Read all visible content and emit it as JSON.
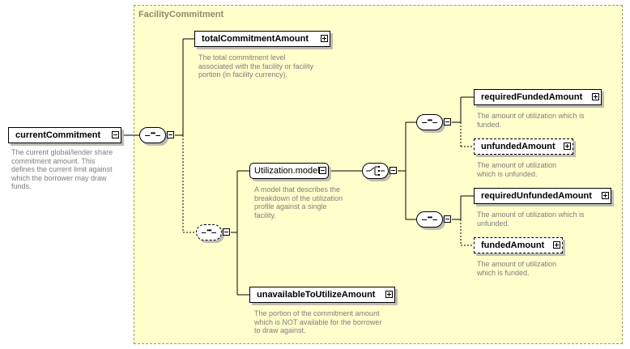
{
  "type_title": "FacilityCommitment",
  "root": {
    "name": "currentCommitment",
    "doc": [
      "The current global/lender share",
      "commitment amount. This",
      "defines the current limit against",
      "which the borrower may draw",
      "funds."
    ]
  },
  "total": {
    "name": "totalCommitmentAmount",
    "doc": [
      "The total commitment level",
      "associated with the facility or facility",
      "portion (in facility currency)."
    ]
  },
  "util": {
    "name": "Utilization.model",
    "doc": [
      "A model that describes the",
      "breakdown of the utilization",
      "profile against a single",
      "facility."
    ]
  },
  "unavailable": {
    "name": "unavailableToUtilizeAmount",
    "doc": [
      "The portion of the commitment amount",
      "which is NOT available for the borrower",
      "to draw against."
    ]
  },
  "reqFunded": {
    "name": "requiredFundedAmount",
    "doc": [
      "The amount of utilization which is",
      "funded."
    ]
  },
  "unfunded": {
    "name": "unfundedAmount",
    "doc": [
      "The amount of utilization",
      "which is unfunded."
    ]
  },
  "reqUnfunded": {
    "name": "requiredUnfundedAmount",
    "doc": [
      "The amount of utilization which is",
      "unfunded."
    ]
  },
  "funded": {
    "name": "fundedAmount",
    "doc": [
      "The amount of utilization",
      "which is funded."
    ]
  }
}
